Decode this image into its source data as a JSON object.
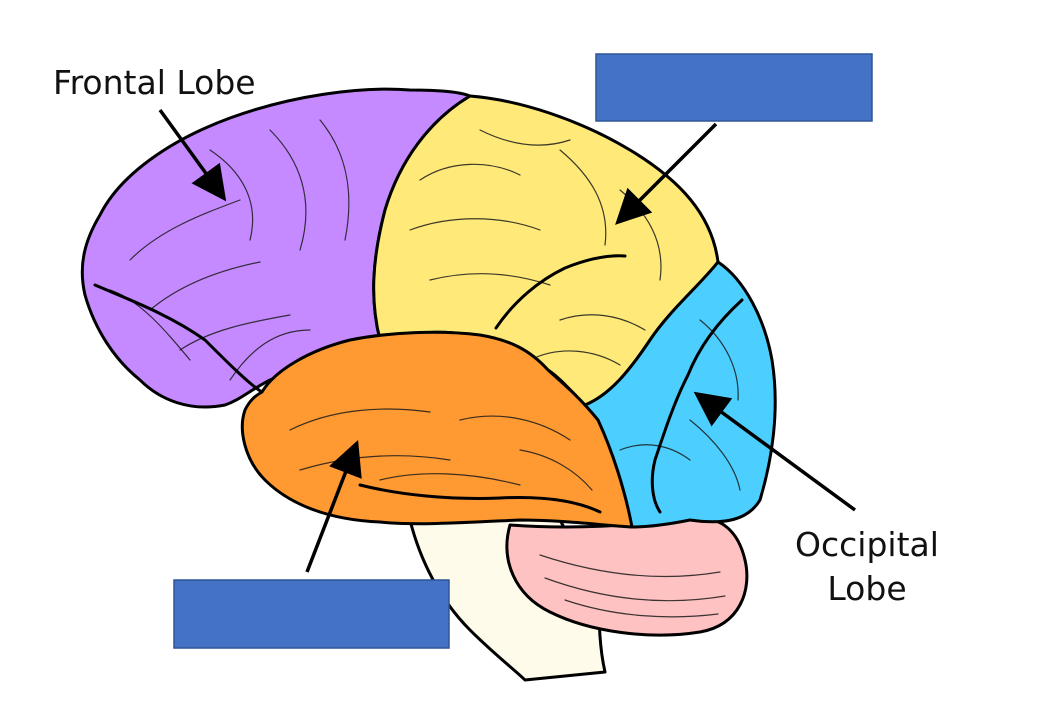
{
  "labels": {
    "frontal": "Frontal Lobe",
    "occipital_line1": "Occipital",
    "occipital_line2": "Lobe",
    "parietal_answer": "",
    "temporal_answer": ""
  },
  "colors": {
    "frontal": "#C58AFF",
    "parietal": "#FFE979",
    "temporal": "#FF9A33",
    "occipital": "#4CCFFF",
    "cerebellum": "#FFC2C2",
    "brainstem": "#FFFBEA",
    "answer_box": "#4472C4",
    "answer_box_border": "#2F5597"
  }
}
